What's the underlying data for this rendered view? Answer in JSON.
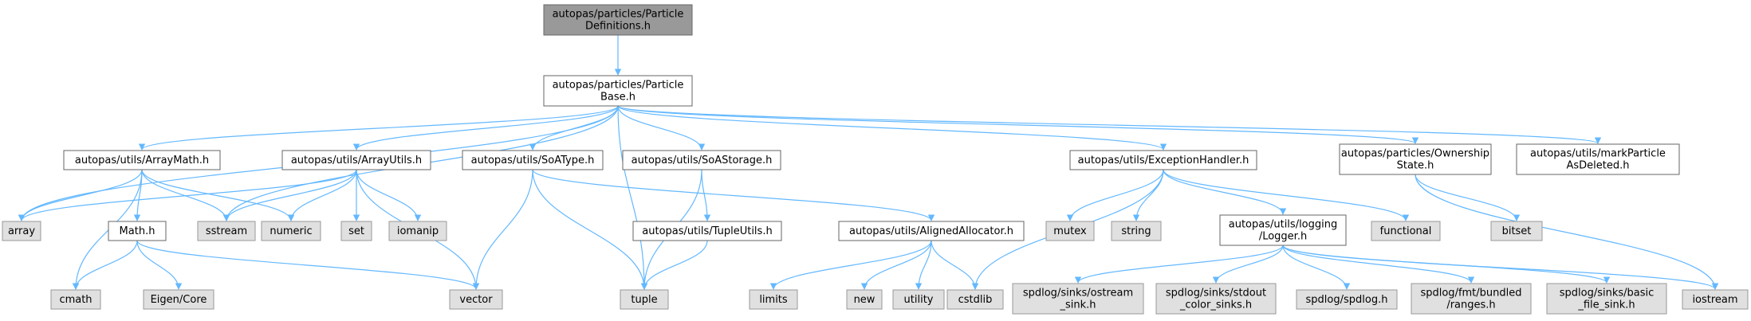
{
  "colors": {
    "edge": "#63b8ff",
    "root_fill": "#999999",
    "root_stroke": "#666666",
    "header_fill": "#ffffff",
    "header_stroke": "#666666",
    "system_fill": "#e0e0e0",
    "system_stroke": "#999999"
  },
  "nodes": [
    {
      "id": "defs",
      "kind": "root",
      "lines": [
        "autopas/particles/Particle",
        "Definitions.h"
      ]
    },
    {
      "id": "base",
      "kind": "header",
      "lines": [
        "autopas/particles/Particle",
        "Base.h"
      ]
    },
    {
      "id": "arrmath",
      "kind": "header",
      "lines": [
        "autopas/utils/ArrayMath.h"
      ]
    },
    {
      "id": "arrutils",
      "kind": "header",
      "lines": [
        "autopas/utils/ArrayUtils.h"
      ]
    },
    {
      "id": "soatype",
      "kind": "header",
      "lines": [
        "autopas/utils/SoAType.h"
      ]
    },
    {
      "id": "soastorage",
      "kind": "header",
      "lines": [
        "autopas/utils/SoAStorage.h"
      ]
    },
    {
      "id": "exc",
      "kind": "header",
      "lines": [
        "autopas/utils/ExceptionHandler.h"
      ]
    },
    {
      "id": "owner",
      "kind": "header",
      "lines": [
        "autopas/particles/Ownership",
        "State.h"
      ]
    },
    {
      "id": "mark",
      "kind": "header",
      "lines": [
        "autopas/utils/markParticle",
        "AsDeleted.h"
      ]
    },
    {
      "id": "mathh",
      "kind": "header",
      "lines": [
        "Math.h"
      ]
    },
    {
      "id": "tupleutils",
      "kind": "header",
      "lines": [
        "autopas/utils/TupleUtils.h"
      ]
    },
    {
      "id": "aligned",
      "kind": "header",
      "lines": [
        "autopas/utils/AlignedAllocator.h"
      ]
    },
    {
      "id": "logger",
      "kind": "header",
      "lines": [
        "autopas/utils/logging",
        "/Logger.h"
      ]
    },
    {
      "id": "array",
      "kind": "system",
      "lines": [
        "array"
      ]
    },
    {
      "id": "sstream",
      "kind": "system",
      "lines": [
        "sstream"
      ]
    },
    {
      "id": "numeric",
      "kind": "system",
      "lines": [
        "numeric"
      ]
    },
    {
      "id": "set",
      "kind": "system",
      "lines": [
        "set"
      ]
    },
    {
      "id": "iomanip",
      "kind": "system",
      "lines": [
        "iomanip"
      ]
    },
    {
      "id": "cmath",
      "kind": "system",
      "lines": [
        "cmath"
      ]
    },
    {
      "id": "eigen",
      "kind": "system",
      "lines": [
        "Eigen/Core"
      ]
    },
    {
      "id": "vector",
      "kind": "system",
      "lines": [
        "vector"
      ]
    },
    {
      "id": "tuple",
      "kind": "system",
      "lines": [
        "tuple"
      ]
    },
    {
      "id": "limits",
      "kind": "system",
      "lines": [
        "limits"
      ]
    },
    {
      "id": "new",
      "kind": "system",
      "lines": [
        "new"
      ]
    },
    {
      "id": "utility",
      "kind": "system",
      "lines": [
        "utility"
      ]
    },
    {
      "id": "cstdlib",
      "kind": "system",
      "lines": [
        "cstdlib"
      ]
    },
    {
      "id": "mutex",
      "kind": "system",
      "lines": [
        "mutex"
      ]
    },
    {
      "id": "string",
      "kind": "system",
      "lines": [
        "string"
      ]
    },
    {
      "id": "functional",
      "kind": "system",
      "lines": [
        "functional"
      ]
    },
    {
      "id": "bitset",
      "kind": "system",
      "lines": [
        "bitset"
      ]
    },
    {
      "id": "ostream",
      "kind": "system",
      "lines": [
        "spdlog/sinks/ostream",
        "_sink.h"
      ]
    },
    {
      "id": "stdout",
      "kind": "system",
      "lines": [
        "spdlog/sinks/stdout",
        "_color_sinks.h"
      ]
    },
    {
      "id": "spdlog",
      "kind": "system",
      "lines": [
        "spdlog/spdlog.h"
      ]
    },
    {
      "id": "ranges",
      "kind": "system",
      "lines": [
        "spdlog/fmt/bundled",
        "/ranges.h"
      ]
    },
    {
      "id": "basicfile",
      "kind": "system",
      "lines": [
        "spdlog/sinks/basic",
        "_file_sink.h"
      ]
    },
    {
      "id": "iostream",
      "kind": "system",
      "lines": [
        "iostream"
      ]
    }
  ],
  "edges": [
    [
      "defs",
      "base"
    ],
    [
      "base",
      "array"
    ],
    [
      "base",
      "arrmath"
    ],
    [
      "base",
      "sstream"
    ],
    [
      "base",
      "arrutils"
    ],
    [
      "base",
      "soatype"
    ],
    [
      "base",
      "soastorage"
    ],
    [
      "base",
      "tuple"
    ],
    [
      "base",
      "exc"
    ],
    [
      "base",
      "owner"
    ],
    [
      "base",
      "mark"
    ],
    [
      "arrmath",
      "array"
    ],
    [
      "arrmath",
      "cmath"
    ],
    [
      "arrmath",
      "mathh"
    ],
    [
      "arrmath",
      "sstream"
    ],
    [
      "arrmath",
      "numeric"
    ],
    [
      "arrutils",
      "array"
    ],
    [
      "arrutils",
      "sstream"
    ],
    [
      "arrutils",
      "numeric"
    ],
    [
      "arrutils",
      "set"
    ],
    [
      "arrutils",
      "iomanip"
    ],
    [
      "arrutils",
      "vector"
    ],
    [
      "mathh",
      "cmath"
    ],
    [
      "mathh",
      "eigen"
    ],
    [
      "mathh",
      "vector"
    ],
    [
      "soatype",
      "vector"
    ],
    [
      "soatype",
      "tuple"
    ],
    [
      "soatype",
      "aligned"
    ],
    [
      "soastorage",
      "tuple"
    ],
    [
      "soastorage",
      "tupleutils"
    ],
    [
      "tupleutils",
      "tuple"
    ],
    [
      "aligned",
      "limits"
    ],
    [
      "aligned",
      "new"
    ],
    [
      "aligned",
      "utility"
    ],
    [
      "aligned",
      "cstdlib"
    ],
    [
      "exc",
      "mutex"
    ],
    [
      "exc",
      "string"
    ],
    [
      "exc",
      "cstdlib"
    ],
    [
      "exc",
      "logger"
    ],
    [
      "exc",
      "functional"
    ],
    [
      "logger",
      "ostream"
    ],
    [
      "logger",
      "stdout"
    ],
    [
      "logger",
      "spdlog"
    ],
    [
      "logger",
      "ranges"
    ],
    [
      "logger",
      "basicfile"
    ],
    [
      "logger",
      "iostream"
    ],
    [
      "owner",
      "bitset"
    ],
    [
      "owner",
      "iostream"
    ]
  ]
}
